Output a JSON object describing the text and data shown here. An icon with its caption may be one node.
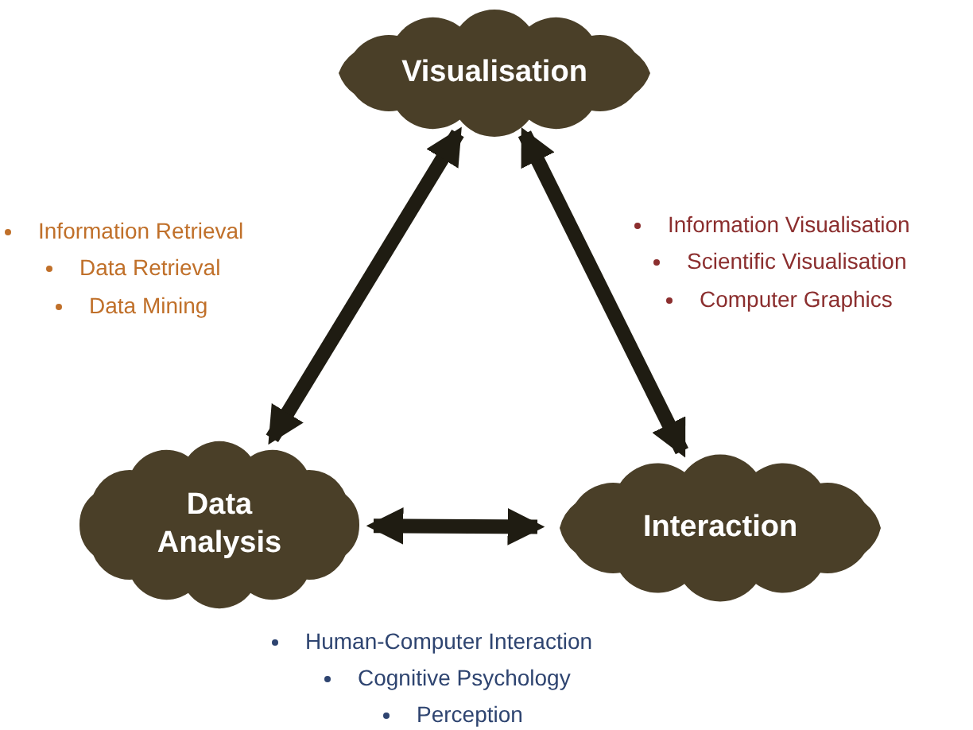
{
  "diagram": {
    "nodes": [
      {
        "text": [
          "Visualisation"
        ]
      },
      {
        "text": [
          "Data Analysis"
        ]
      },
      {
        "text": [
          "Interaction"
        ]
      }
    ],
    "edges": [
      {
        "from": 0,
        "to": 1,
        "arrow": "both"
      },
      {
        "from": 0,
        "to": 2,
        "arrow": "both"
      },
      {
        "from": 1,
        "to": 2,
        "arrow": "both"
      }
    ],
    "labels": [
      "Information Retrieval",
      "Data Retrieval",
      "Data Mining",
      "Information Visualisation",
      "Scientific Visualisation",
      "Computer Graphics",
      "Human-Computer Interaction",
      "Cognitive Psychology",
      "Perception"
    ]
  }
}
